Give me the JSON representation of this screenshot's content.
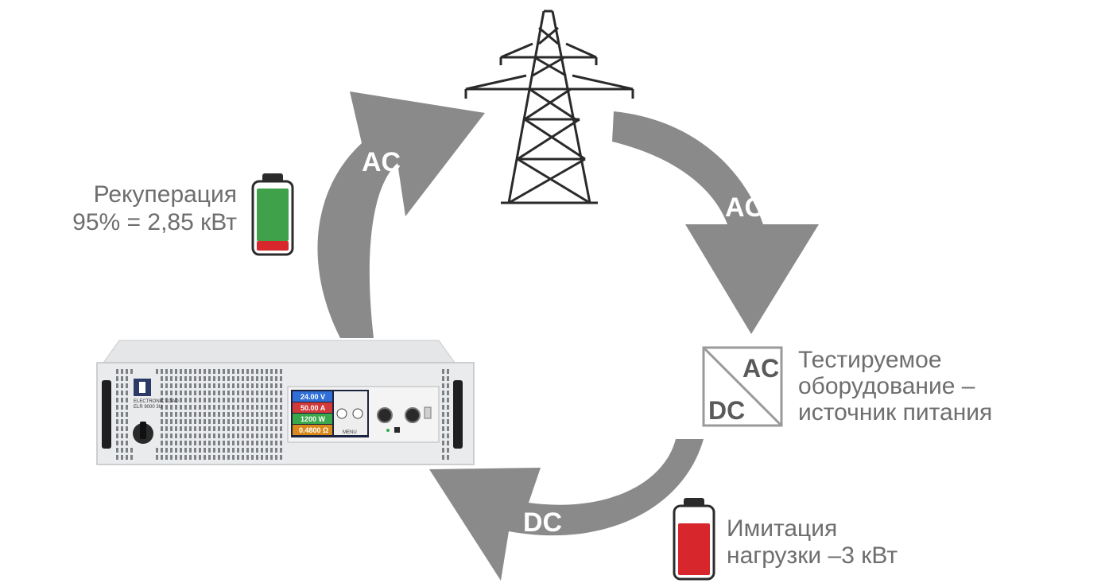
{
  "arrows": {
    "left_up": "AC",
    "right_down": "AC",
    "bottom": "DC"
  },
  "recuperation": {
    "line1": "Рекуперация",
    "line2": "95% = 2,85 кВт"
  },
  "dut": {
    "box_top": "AC",
    "box_bottom": "DC",
    "line1": "Тестируемое",
    "line2": "оборудование –",
    "line3": "источник питания"
  },
  "load": {
    "line1": "Имитация",
    "line2": "нагрузки –3 кВт"
  },
  "device": {
    "brand": "ELECTRONIC LOAD",
    "model": "ELR 9000 3U",
    "readings": [
      "24.00 V",
      "50.00 A",
      "1200 W",
      "0.4800 Ω"
    ],
    "menu": "MENU"
  },
  "colors": {
    "arrow": "#8a8a8b",
    "battery_green": "#3fa24a",
    "battery_red": "#d7262c",
    "text": "#6e6e6e"
  }
}
